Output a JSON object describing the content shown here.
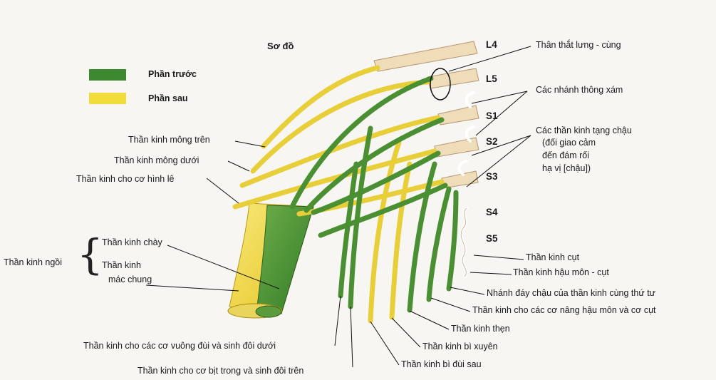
{
  "title": "Sơ đồ",
  "colors": {
    "anterior": "#3d8a2e",
    "posterior": "#f2dc3a",
    "background": "#f7f6f2"
  },
  "legend": {
    "anterior": "Phần trước",
    "posterior": "Phần sau"
  },
  "roots": [
    "L4",
    "L5",
    "S1",
    "S2",
    "S3",
    "S4",
    "S5"
  ],
  "labels": {
    "lumbosacral_trunk": "Thân thắt lưng - cùng",
    "gray_rami": "Các nhánh thông xám",
    "splanchnic_1": "Các thần kinh tạng chậu",
    "splanchnic_2": "(đối giao cảm",
    "splanchnic_3": "đến đám rối",
    "splanchnic_4": "hạ vị [chậu])",
    "superior_gluteal": "Thần kinh mông trên",
    "inferior_gluteal": "Thần kinh mông dưới",
    "piriformis": "Thần kinh cho cơ hình lê",
    "sciatic": "Thần kinh ngồi",
    "tibial": "Thần kinh chày",
    "peroneal_1": "Thần kinh",
    "peroneal_2": "mác chung",
    "coccygeal": "Thần kinh cụt",
    "anococcygeal": "Thần kinh hậu môn - cụt",
    "perineal_branch": "Nhánh đáy chậu của thần kinh cùng thứ tư",
    "levator_ani": "Thần kinh cho các cơ nâng hậu môn và cơ cụt",
    "pudendal": "Thần kinh thẹn",
    "perforating_cutaneous": "Thần kinh bì xuyên",
    "posterior_femoral_cutaneous": "Thần kinh bì đùi sau",
    "quadratus_femoris": "Thần kinh cho các cơ vuông đùi và sinh đôi dưới",
    "obturator_internus": "Thần kinh cho cơ bịt trong và sinh đôi trên"
  }
}
